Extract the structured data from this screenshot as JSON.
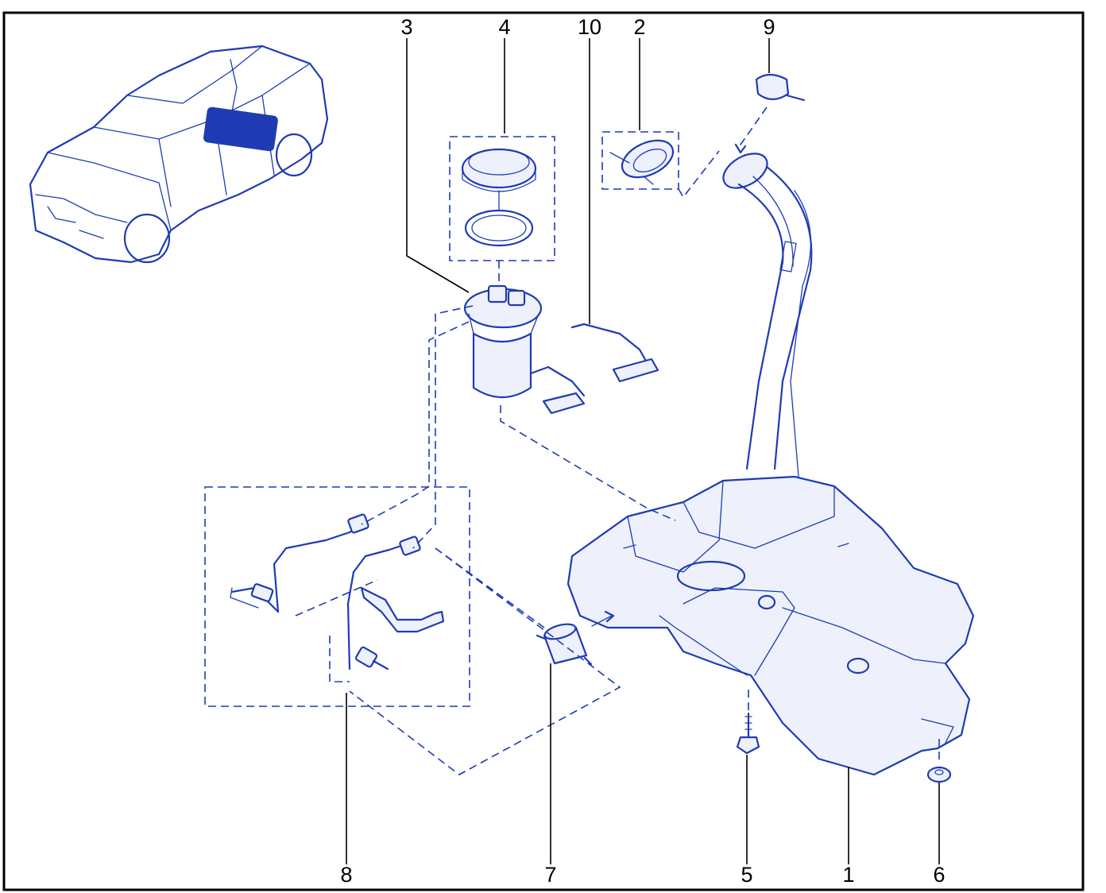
{
  "diagram": {
    "colors": {
      "ink": "#1f3bb3",
      "frame": "#000000",
      "highlight": "#1f3bb3"
    },
    "callouts": [
      {
        "id": "c3",
        "text": "3"
      },
      {
        "id": "c4",
        "text": "4"
      },
      {
        "id": "c10",
        "text": "10"
      },
      {
        "id": "c2",
        "text": "2"
      },
      {
        "id": "c9",
        "text": "9"
      },
      {
        "id": "c8",
        "text": "8"
      },
      {
        "id": "c7",
        "text": "7"
      },
      {
        "id": "c5",
        "text": "5"
      },
      {
        "id": "c1",
        "text": "1"
      },
      {
        "id": "c6",
        "text": "6"
      }
    ]
  }
}
